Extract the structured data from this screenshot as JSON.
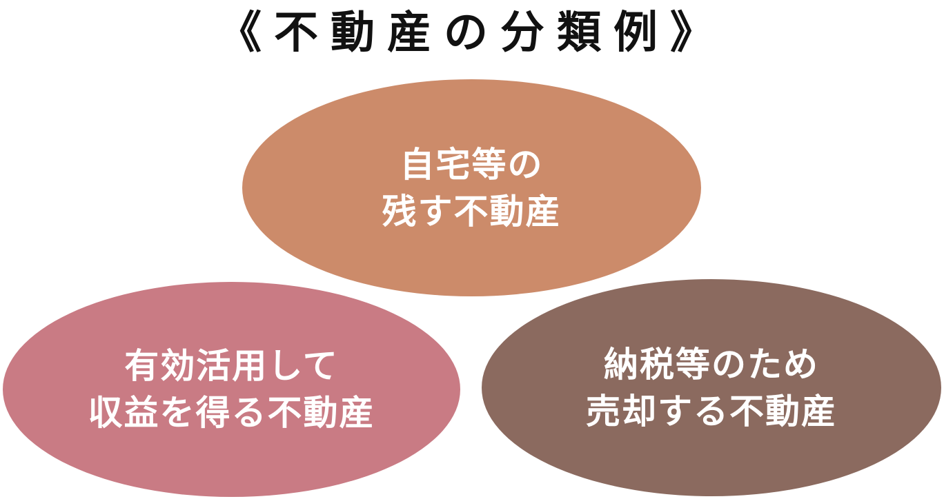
{
  "title": "《不動産の分類例》",
  "nodes": [
    {
      "line1": "自宅等の",
      "line2": "残す不動産",
      "color": "#CC8B6A"
    },
    {
      "line1": "有効活用して",
      "line2": "収益を得る不動産",
      "color": "#C97B84"
    },
    {
      "line1": "納税等のため",
      "line2": "売却する不動産",
      "color": "#8B6A5F"
    }
  ]
}
